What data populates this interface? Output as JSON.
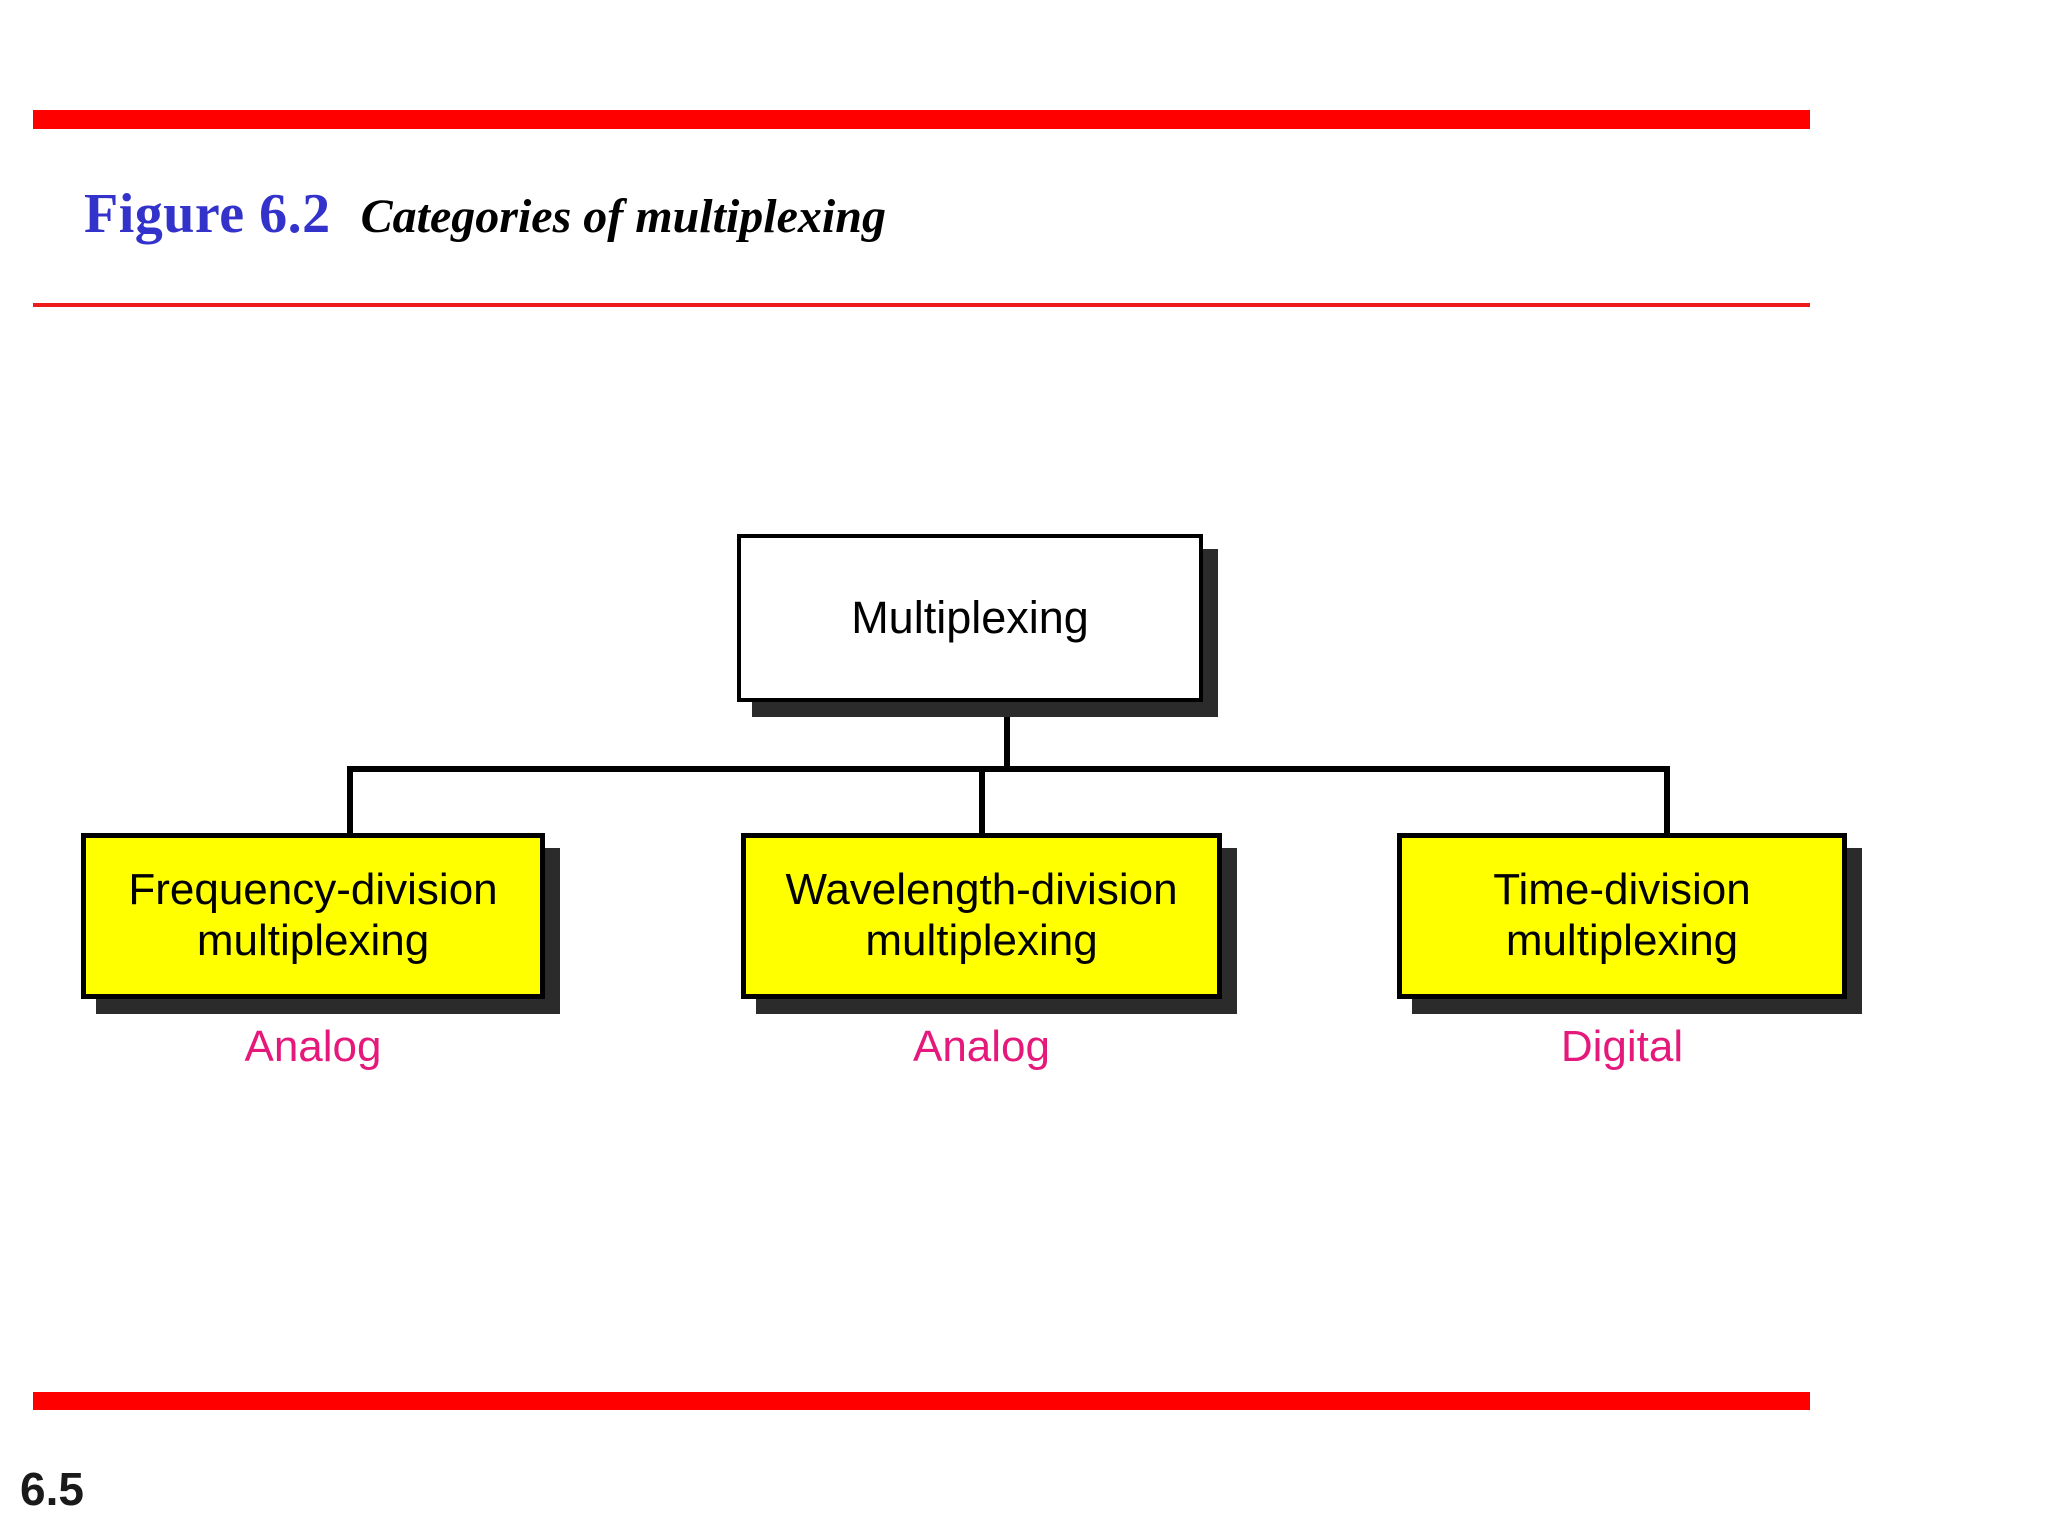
{
  "slide": {
    "figure_number": "Figure 6.2",
    "figure_caption": "Categories of multiplexing",
    "page_number": "6.5",
    "accent_rule_color": "#FE0000",
    "figure_number_color": "#3333CC",
    "caption_color": "#E5187B",
    "node_fill_color": "#FFFF00",
    "root_fill_color": "#FFFFFF"
  },
  "chart_data": {
    "type": "diagram",
    "subtype": "tree",
    "title": "Categories of multiplexing",
    "root": {
      "id": "multiplexing",
      "label": "Multiplexing",
      "fill": "#FFFFFF"
    },
    "nodes": [
      {
        "id": "fdm",
        "label": "Frequency-division\nmultiplexing",
        "line1": "Frequency-division",
        "line2": "multiplexing",
        "caption": "Analog",
        "fill": "#FFFF00"
      },
      {
        "id": "wdm",
        "label": "Wavelength-division\nmultiplexing",
        "line1": "Wavelength-division",
        "line2": "multiplexing",
        "caption": "Analog",
        "fill": "#FFFF00"
      },
      {
        "id": "tdm",
        "label": "Time-division\nmultiplexing",
        "line1": "Time-division",
        "line2": "multiplexing",
        "caption": "Digital",
        "fill": "#FFFF00"
      }
    ],
    "edges": [
      {
        "from": "multiplexing",
        "to": "fdm"
      },
      {
        "from": "multiplexing",
        "to": "wdm"
      },
      {
        "from": "multiplexing",
        "to": "tdm"
      }
    ]
  }
}
